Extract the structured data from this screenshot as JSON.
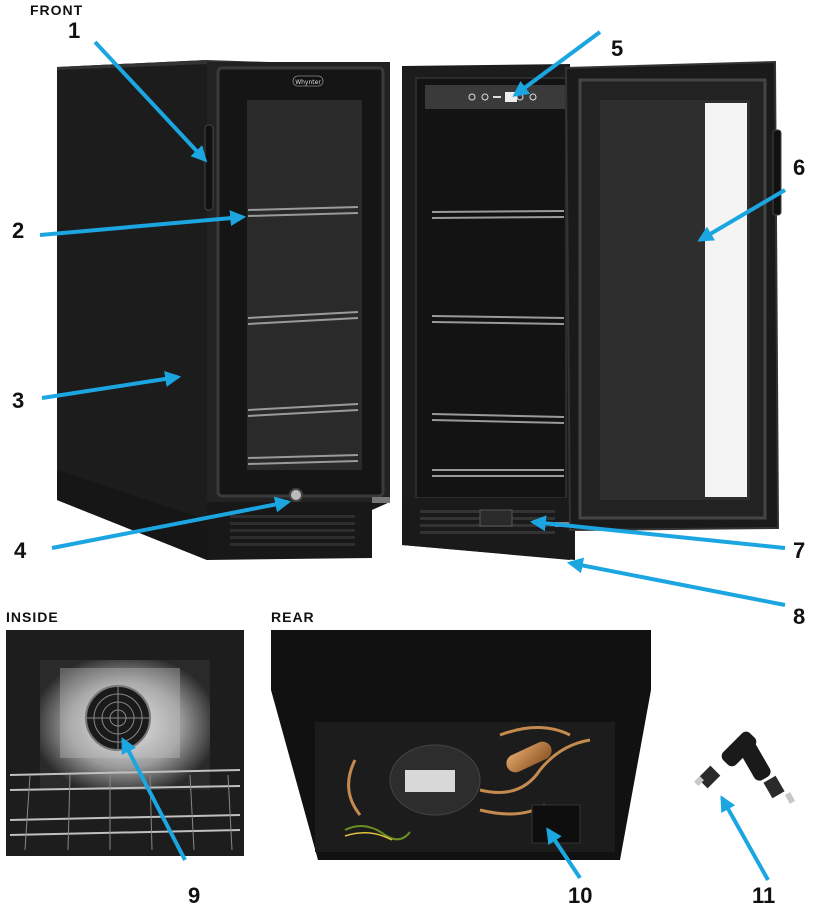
{
  "sections": {
    "front": "FRONT",
    "inside": "INSIDE",
    "rear": "REAR"
  },
  "brand": "Whynter",
  "callouts": [
    "1",
    "2",
    "3",
    "4",
    "5",
    "6",
    "7",
    "8",
    "9",
    "10",
    "11"
  ],
  "colors": {
    "arrow": "#1ba6e1",
    "cabinet": "#1a1a1a",
    "glass": "#2b2b2b",
    "copper": "#b27a3f"
  }
}
